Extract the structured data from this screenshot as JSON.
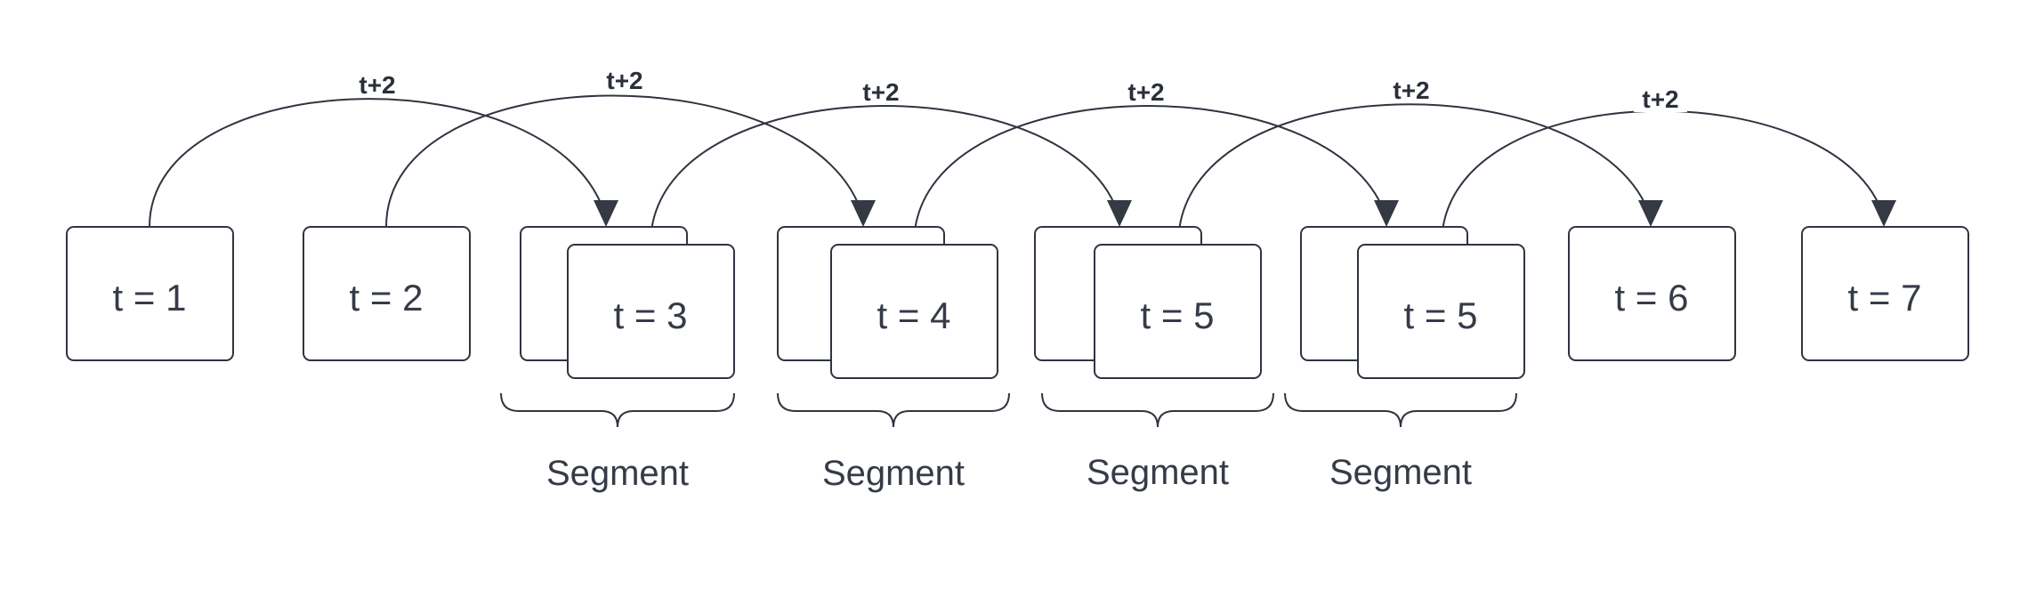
{
  "boxes": [
    {
      "id": "t1",
      "label": "t = 1"
    },
    {
      "id": "t2",
      "label": "t = 2"
    },
    {
      "id": "t3",
      "label": "t = 3"
    },
    {
      "id": "t4",
      "label": "t = 4"
    },
    {
      "id": "t5a",
      "label": "t = 5"
    },
    {
      "id": "t5b",
      "label": "t = 5"
    },
    {
      "id": "t6",
      "label": "t = 6"
    },
    {
      "id": "t7",
      "label": "t = 7"
    }
  ],
  "arcs": [
    {
      "from": "t1",
      "to": "t3",
      "label": "t+2"
    },
    {
      "from": "t2",
      "to": "t4",
      "label": "t+2"
    },
    {
      "from": "t3",
      "to": "t5a",
      "label": "t+2"
    },
    {
      "from": "t4",
      "to": "t5b",
      "label": "t+2"
    },
    {
      "from": "t5a",
      "to": "t6",
      "label": "t+2"
    },
    {
      "from": "t5b",
      "to": "t7",
      "label": "t+2"
    }
  ],
  "segments": [
    {
      "label": "Segment"
    },
    {
      "label": "Segment"
    },
    {
      "label": "Segment"
    },
    {
      "label": "Segment"
    }
  ]
}
